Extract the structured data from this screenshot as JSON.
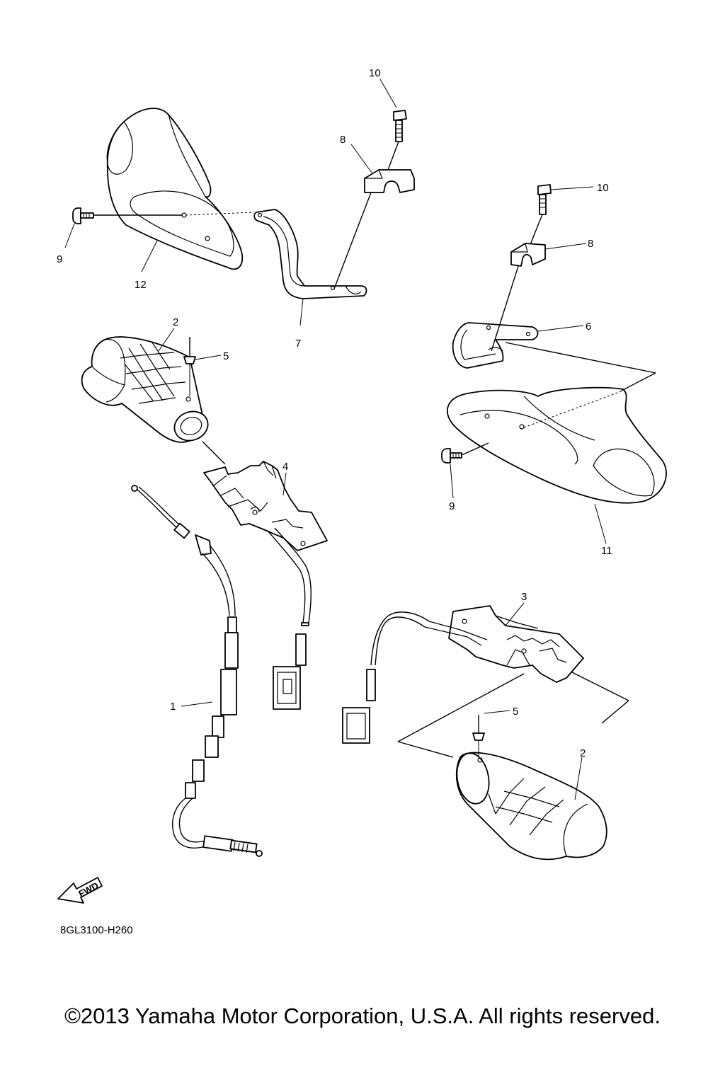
{
  "callouts": {
    "c10_left": "10",
    "c8_left": "8",
    "c9_left": "9",
    "c12": "12",
    "c7": "7",
    "c10_right": "10",
    "c8_right": "8",
    "c6": "6",
    "c2_top": "2",
    "c5_top": "5",
    "c4": "4",
    "c9_right": "9",
    "c11": "11",
    "c3": "3",
    "c1": "1",
    "c5_bottom": "5",
    "c2_bottom": "2"
  },
  "fwd_label": "FWD",
  "drawing_code": "8GL3100-H260",
  "copyright": "©2013 Yamaha Motor Corporation, U.S.A. All rights reserved."
}
